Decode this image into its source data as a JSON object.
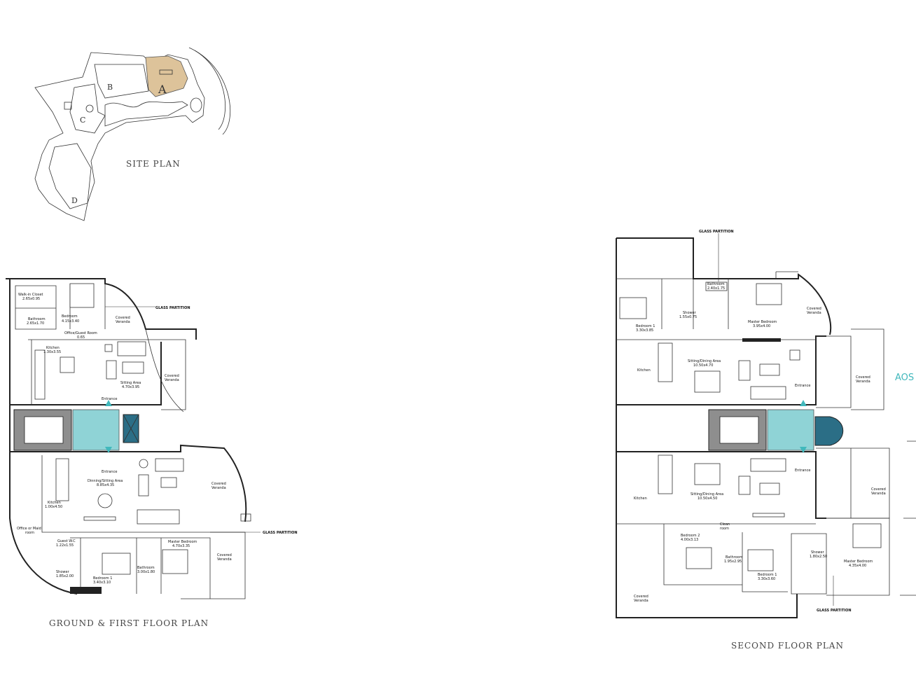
{
  "colors": {
    "accent_teal": "#8fd3d6",
    "accent_cyan_text": "#41b8bc",
    "building_a_fill": "#ddc39a",
    "stair_gray": "#8e8e8e",
    "lift_blue": "#2b6e86",
    "wall": "#222222"
  },
  "site_plan": {
    "title": "SITE PLAN",
    "buildings": [
      "A",
      "B",
      "C",
      "D"
    ]
  },
  "ground_first_plan": {
    "title": "GROUND & FIRST FLOOR PLAN",
    "notes": {
      "glass_partition_1": "GLASS PARTITION",
      "glass_partition_2": "GLASS PARTITION"
    },
    "entrances": [
      "Entrance",
      "Entrance"
    ],
    "rooms": [
      {
        "name": "Walk-in Closet",
        "size": "2.65x0.95"
      },
      {
        "name": "Bathroom",
        "size": "2.65x1.70"
      },
      {
        "name": "Bedroom",
        "size": "4.15x3.40"
      },
      {
        "name": "Covered",
        "size": "Veranda"
      },
      {
        "name": "Office/Guest Room",
        "size": "0.65"
      },
      {
        "name": "Kitchen",
        "size": "1.30x3.55"
      },
      {
        "name": "Sitting Area",
        "size": "4.70x3.95"
      },
      {
        "name": "Covered",
        "size": "Veranda"
      },
      {
        "name": "Dinning/Sitting Area",
        "size": "8.85x4.35"
      },
      {
        "name": "Covered",
        "size": "Veranda"
      },
      {
        "name": "Kitchen",
        "size": "1.00x4.50"
      },
      {
        "name": "Office or Maid",
        "size": "room"
      },
      {
        "name": "Guest W.C",
        "size": "1.22x1.55"
      },
      {
        "name": "Shower",
        "size": "1.85x2.00"
      },
      {
        "name": "Bedroom 1",
        "size": "3.40x3.10"
      },
      {
        "name": "Bathroom",
        "size": "3.00x1.80"
      },
      {
        "name": "Master Bedroom",
        "size": "4.70x3.35"
      },
      {
        "name": "Covered",
        "size": "Veranda"
      }
    ]
  },
  "second_plan": {
    "title": "SECOND FLOOR PLAN",
    "notes": {
      "glass_partition_top": "GLASS PARTITION",
      "glass_partition_bottom": "GLASS PARTITION"
    },
    "side_label": "AOS",
    "entrances": [
      "Entrance",
      "Entrance"
    ],
    "rooms": [
      {
        "name": "Bathroom",
        "size": "2.40x1.75"
      },
      {
        "name": "Bedroom 1",
        "size": "3.30x3.85"
      },
      {
        "name": "Shower",
        "size": "1.55x0.75"
      },
      {
        "name": "Master Bedroom",
        "size": "3.95x4.00"
      },
      {
        "name": "Covered",
        "size": "Veranda"
      },
      {
        "name": "Kitchen",
        "size": ""
      },
      {
        "name": "Sitting/Dining Area",
        "size": "10.50x4.70"
      },
      {
        "name": "Covered",
        "size": "Veranda"
      },
      {
        "name": "Kitchen",
        "size": ""
      },
      {
        "name": "Sitting/Dining Area",
        "size": "10.50x4.50"
      },
      {
        "name": "Covered",
        "size": "Veranda"
      },
      {
        "name": "Bedroom 2",
        "size": "4.00x3.13"
      },
      {
        "name": "Clean",
        "size": "room"
      },
      {
        "name": "Bathroom",
        "size": "1.95x2.95"
      },
      {
        "name": "Bedroom 1",
        "size": "3.30x3.60"
      },
      {
        "name": "Shower",
        "size": "1.80x2.50"
      },
      {
        "name": "Master Bedroom",
        "size": "4.35x4.00"
      },
      {
        "name": "Covered",
        "size": "Veranda"
      }
    ]
  }
}
